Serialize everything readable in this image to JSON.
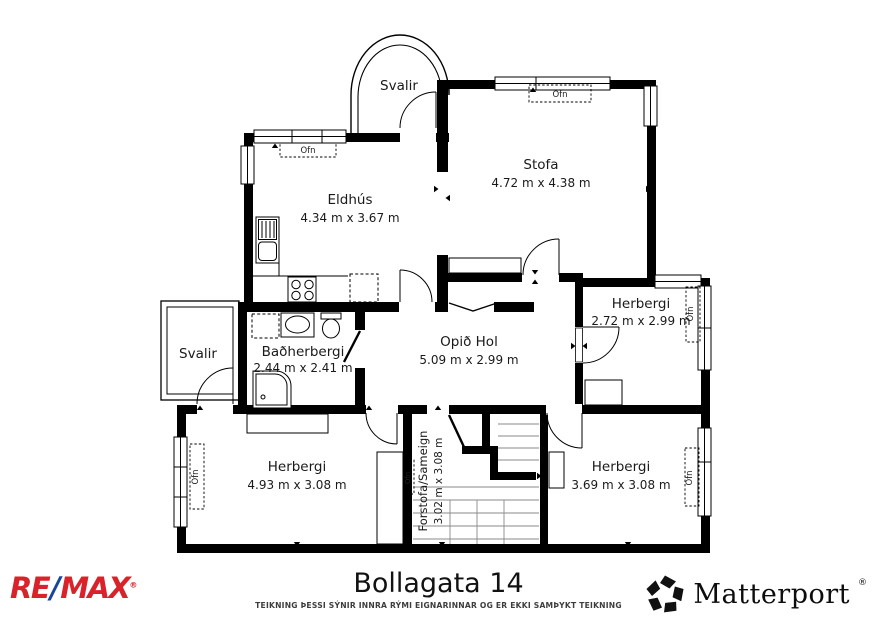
{
  "plan": {
    "radiator_label": "Ofn",
    "rooms": {
      "svalir_top": {
        "name": "Svalir"
      },
      "stofa": {
        "name": "Stofa",
        "dims": "4.72 m x 4.38 m"
      },
      "eldhus": {
        "name": "Eldhús",
        "dims": "4.34 m x 3.67 m"
      },
      "svalir_left": {
        "name": "Svalir"
      },
      "badherbergi": {
        "name": "Baðherbergi",
        "dims": "2.44 m x 2.41 m"
      },
      "opid_hol": {
        "name": "Opið Hol",
        "dims": "5.09 m x 2.99 m"
      },
      "herbergi_ne": {
        "name": "Herbergi",
        "dims": "2.72 m x 2.99 m"
      },
      "herbergi_sw": {
        "name": "Herbergi",
        "dims": "4.93 m x 3.08 m"
      },
      "forstofa": {
        "name": "Forstofa/Sameign",
        "dims": "3.02 m x 3.08 m"
      },
      "herbergi_se": {
        "name": "Herbergi",
        "dims": "3.69 m x 3.08 m"
      }
    }
  },
  "footer": {
    "title": "Bollagata 14",
    "disclaimer": "TEIKNING ÞESSI SÝNIR INNRA RÝMI EIGNARINNAR OG ER EKKI SAMÞYKT TEIKNING",
    "remax": {
      "re": "RE",
      "slash": "/",
      "max": "MAX",
      "registered": "®"
    },
    "matterport": {
      "name": "Matterport",
      "registered": "®"
    }
  },
  "brand_colors": {
    "remax_red": "#D8232A",
    "remax_blue": "#16479E",
    "wall_black": "#000000"
  }
}
